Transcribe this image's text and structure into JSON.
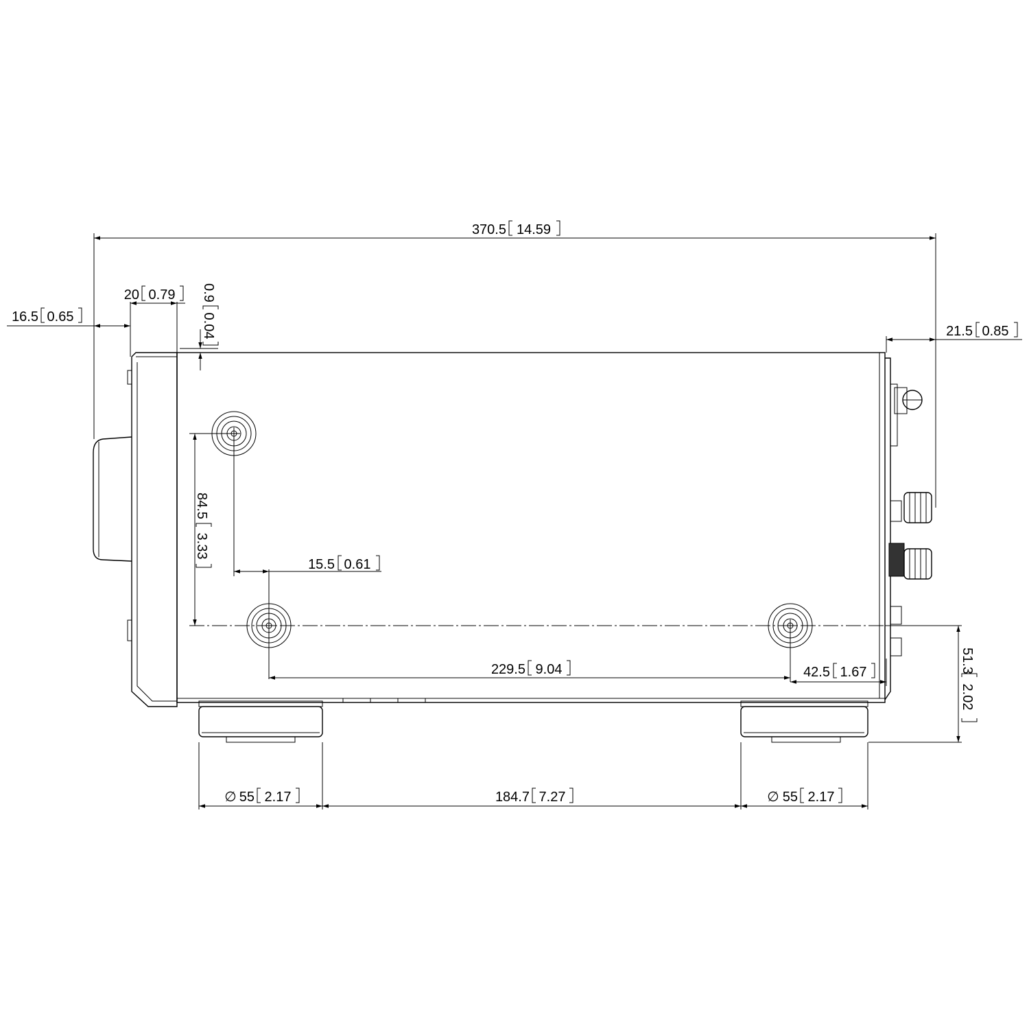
{
  "dimensions": {
    "overall_width": {
      "mm": "370.5",
      "in": "14.59"
    },
    "front_offset": {
      "mm": "16.5",
      "in": "0.65"
    },
    "front_panel_depth": {
      "mm": "20",
      "in": "0.79"
    },
    "top_step": {
      "mm": "0.9",
      "in": "0.04"
    },
    "rear_protrusion": {
      "mm": "21.5",
      "in": "0.85"
    },
    "hole_vertical_spacing": {
      "mm": "84.5",
      "in": "3.33"
    },
    "hole_horizontal_offset": {
      "mm": "15.5",
      "in": "0.61"
    },
    "hole_horizontal_spacing": {
      "mm": "229.5",
      "in": "9.04"
    },
    "hole_rear_offset": {
      "mm": "42.5",
      "in": "1.67"
    },
    "foot_height": {
      "mm": "51.3",
      "in": "2.02"
    },
    "foot_diameter_front": {
      "mm": "55",
      "in": "2.17",
      "symbol": "∅"
    },
    "foot_spacing": {
      "mm": "184.7",
      "in": "7.27"
    },
    "foot_diameter_rear": {
      "mm": "55",
      "in": "2.17",
      "symbol": "∅"
    }
  }
}
